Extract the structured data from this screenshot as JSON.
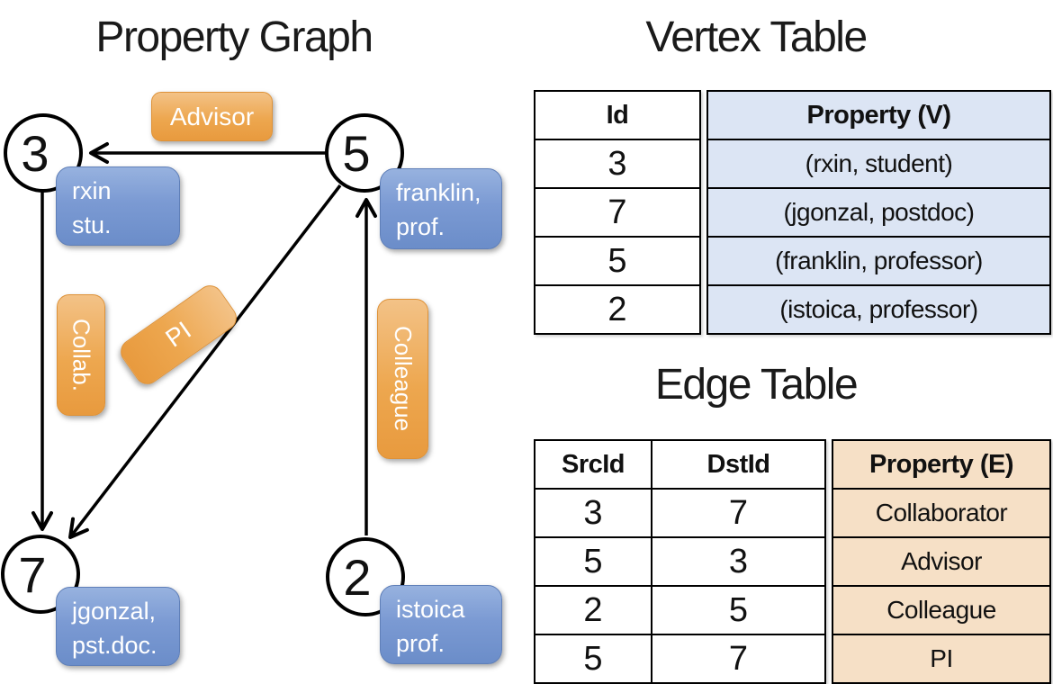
{
  "graph": {
    "title": "Property Graph",
    "nodes": [
      {
        "id": "3",
        "label_lines": [
          "rxin",
          "stu."
        ]
      },
      {
        "id": "5",
        "label_lines": [
          "franklin,",
          "prof."
        ]
      },
      {
        "id": "7",
        "label_lines": [
          "jgonzal,",
          "pst.doc."
        ]
      },
      {
        "id": "2",
        "label_lines": [
          "istoica",
          "prof."
        ]
      }
    ],
    "edge_labels": {
      "advisor": "Advisor",
      "collab": "Collab.",
      "pi": "PI",
      "colleague": "Colleague"
    }
  },
  "vertex_table": {
    "title": "Vertex Table",
    "columns": [
      "Id",
      "Property (V)"
    ],
    "rows": [
      [
        "3",
        "(rxin, student)"
      ],
      [
        "7",
        "(jgonzal, postdoc)"
      ],
      [
        "5",
        "(franklin, professor)"
      ],
      [
        "2",
        "(istoica, professor)"
      ]
    ]
  },
  "edge_table": {
    "title": "Edge Table",
    "columns": [
      "SrcId",
      "DstId",
      "Property (E)"
    ],
    "rows": [
      [
        "3",
        "7",
        "Collaborator"
      ],
      [
        "5",
        "3",
        "Advisor"
      ],
      [
        "2",
        "5",
        "Colleague"
      ],
      [
        "5",
        "7",
        "PI"
      ]
    ]
  },
  "colors": {
    "edge_label_fill": "#eda74f",
    "vertex_property_box_fill": "#7b9ad3",
    "vertex_table_property_bg": "#dce5f4",
    "edge_table_property_bg": "#f6e0c6",
    "line_color": "#000000",
    "background": "#ffffff"
  }
}
